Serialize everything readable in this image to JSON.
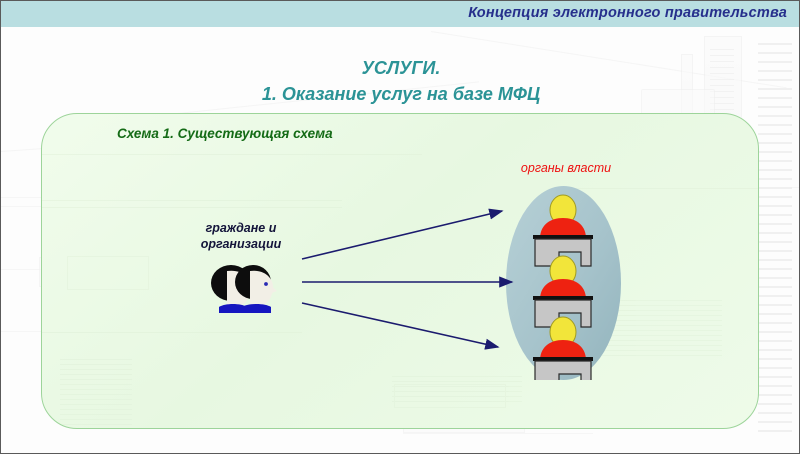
{
  "header": {
    "title": "Концепция электронного правительства",
    "band_color": "#b9dee1",
    "title_color": "#262f8c"
  },
  "slide": {
    "title": "УСЛУГИ.\n1. Оказание услуг на базе МФЦ",
    "title_color": "#2b9396"
  },
  "panel": {
    "title": "Схема 1. Существующая схема",
    "title_color": "#146b16",
    "border_color": "#9dd49a",
    "fill_color": "#eefbe9"
  },
  "diagram": {
    "citizens_label": "граждане и\nорганизации",
    "citizens_label_color": "#13143a",
    "authorities_label": "органы власти",
    "authorities_label_color": "#ee1111",
    "arrow_color": "#1b1b6e",
    "arrow_count": 3,
    "oval_fill": "#a6c3cb",
    "authority_desks": 3,
    "desk_head_color": "#f2e53a",
    "desk_body_color": "#ee2211",
    "desk_table_color": "#c6c6c6",
    "people_hair_color": "#0d0d0d",
    "people_face_color": "#f2efe6",
    "people_collar_color": "#1616c0"
  },
  "icons": {
    "citizens": "people-icon",
    "authority": "official-at-desk-icon",
    "flow": "arrow-right-icon"
  }
}
